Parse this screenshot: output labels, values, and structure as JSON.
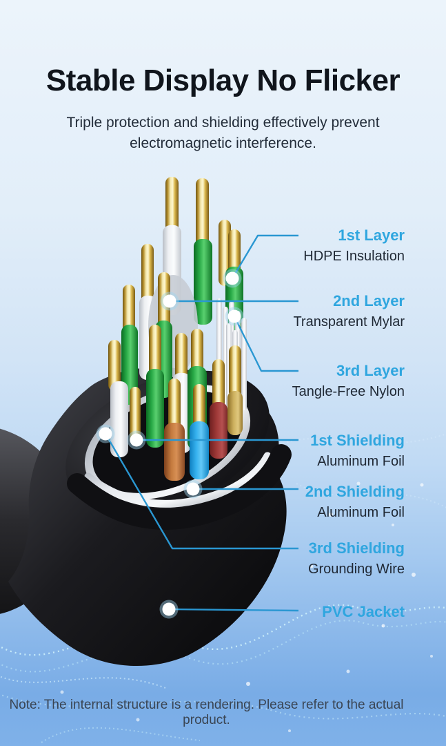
{
  "header": {
    "title": "Stable Display No Flicker",
    "subtitle_line1": "Triple protection and shielding effectively prevent",
    "subtitle_line2": "electromagnetic interference."
  },
  "callouts": [
    {
      "heading": "1st Layer",
      "description": "HDPE Insulation"
    },
    {
      "heading": "2nd Layer",
      "description": "Transparent Mylar"
    },
    {
      "heading": "3rd Layer",
      "description": "Tangle-Free Nylon"
    },
    {
      "heading": "1st Shielding",
      "description": "Aluminum Foil"
    },
    {
      "heading": "2nd Shielding",
      "description": "Aluminum Foil"
    },
    {
      "heading": "3rd Shielding",
      "description": "Grounding Wire"
    },
    {
      "heading": "PVC Jacket",
      "description": ""
    }
  ],
  "note": "Note: The internal structure is a rendering. Please refer to the actual product.",
  "colors": {
    "accent_heading": "#2fa6df",
    "callout_line": "#2a97d2",
    "title_text": "#10151c",
    "subtitle_text": "#232d3a",
    "note_text": "#3a4553",
    "background_top": "#ecf4fb",
    "background_bottom": "#7fb1e9"
  }
}
